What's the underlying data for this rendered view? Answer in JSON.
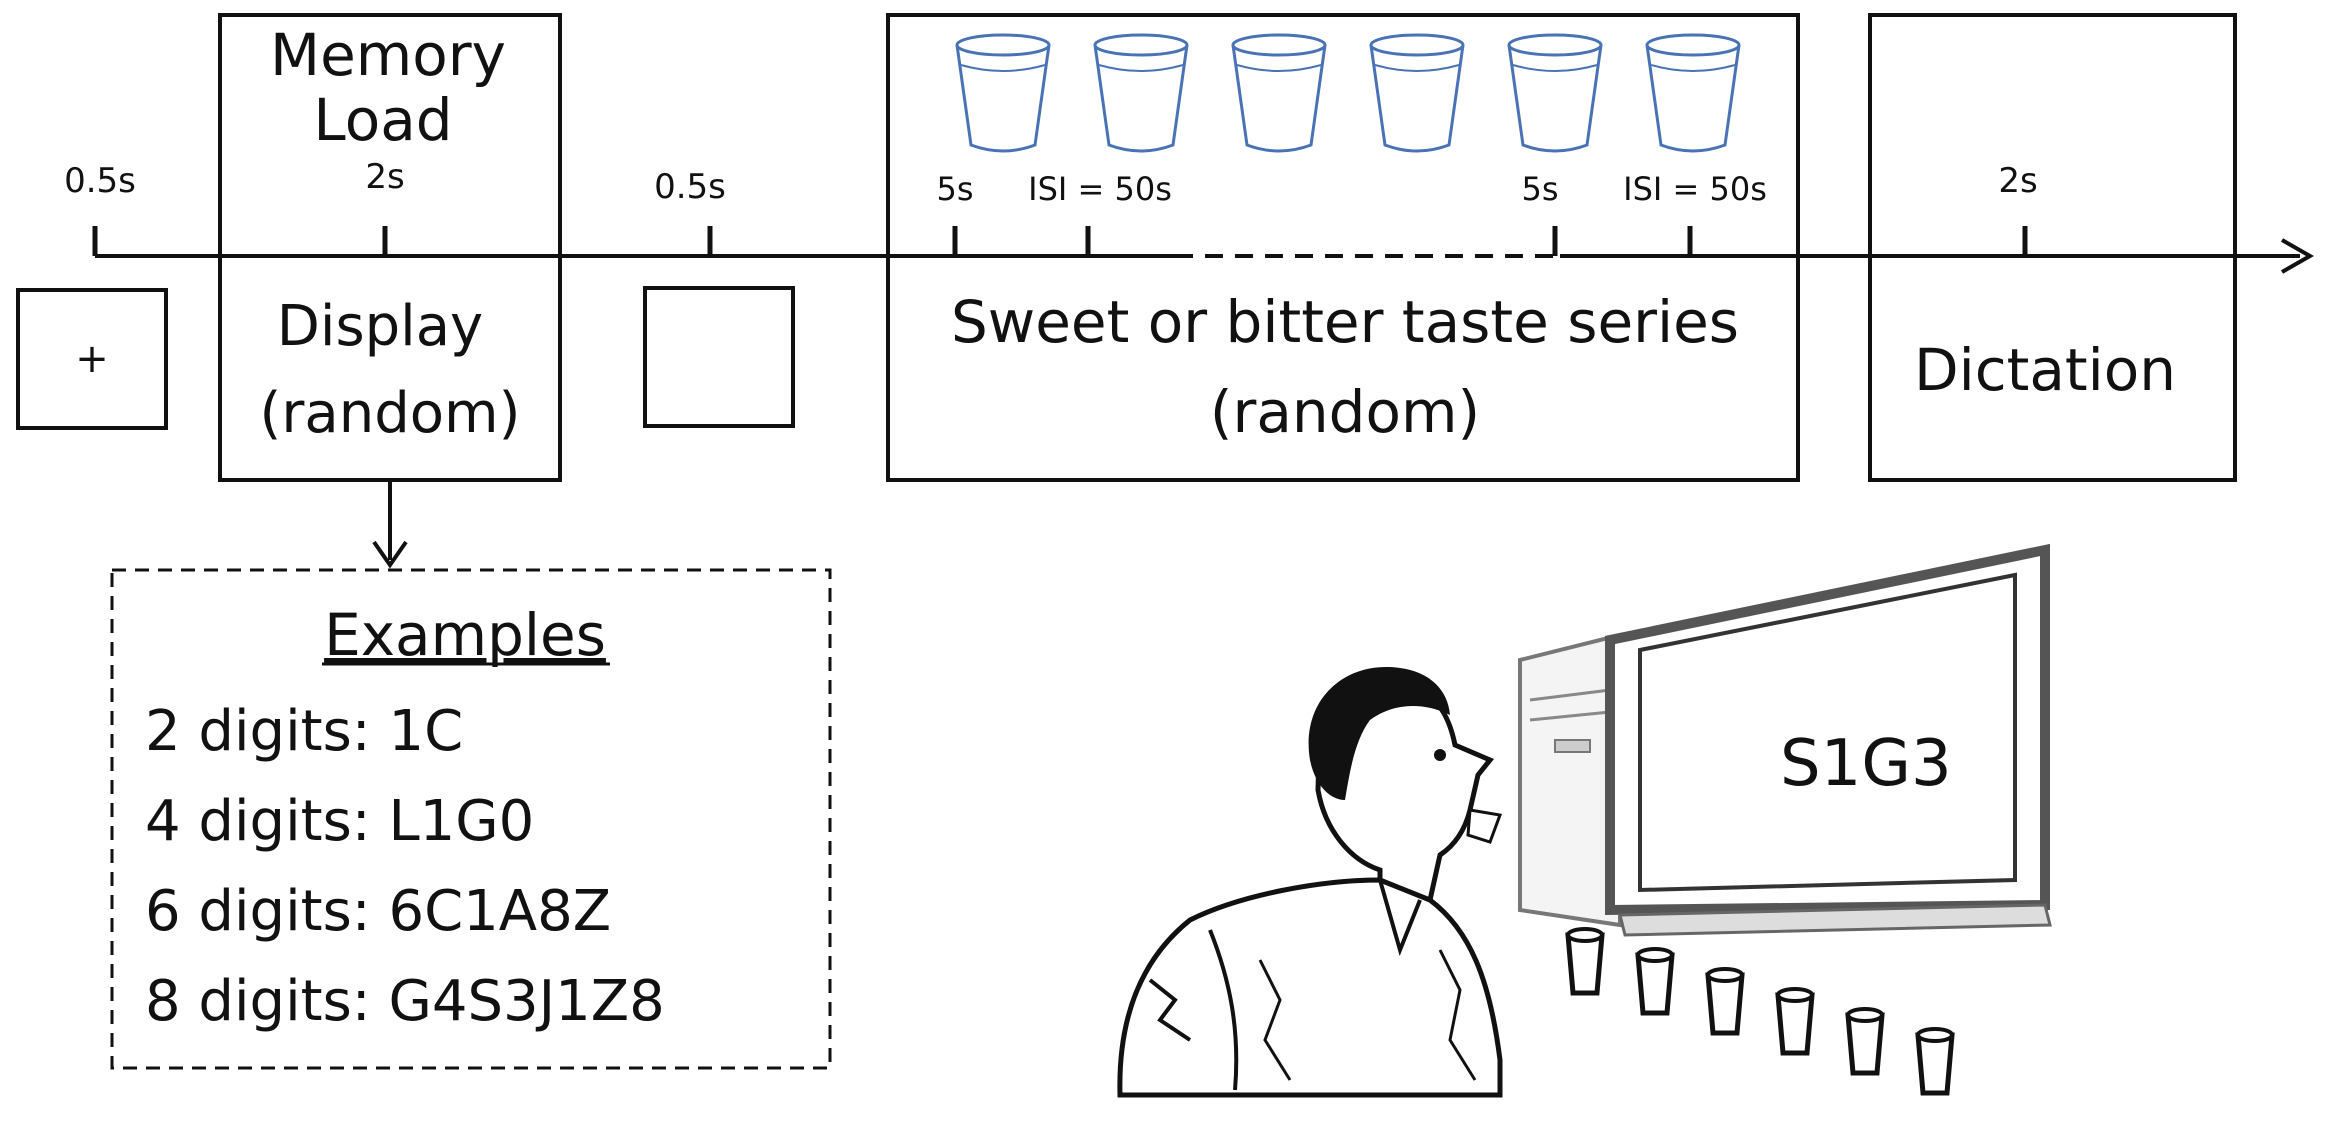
{
  "timeline": {
    "ticks": {
      "fixation": "0.5s",
      "memory": "2s",
      "blank": "0.5s",
      "taste1_duration": "5s",
      "taste1_isi": "ISI = 50s",
      "taste_last_duration": "5s",
      "taste_last_isi": "ISI = 50s",
      "dictation": "2s"
    }
  },
  "fixation": {
    "symbol": "+"
  },
  "memory_load": {
    "title_line1": "Memory",
    "title_line2": "Load",
    "display_line1": "Display",
    "display_line2": "(random)"
  },
  "taste": {
    "line1": "Sweet or bitter taste series",
    "line2": "(random)",
    "cup_count": 6
  },
  "dictation": {
    "label": "Dictation"
  },
  "examples": {
    "title": "Examples",
    "items": [
      "2 digits: 1C",
      "4 digits: L1G0",
      "6 digits: 6C1A8Z",
      "8 digits: G4S3J1Z8"
    ]
  },
  "illustration": {
    "screen_text": "S1G3"
  },
  "colors": {
    "cup_stroke": "#4a73b5",
    "line": "#111111"
  }
}
